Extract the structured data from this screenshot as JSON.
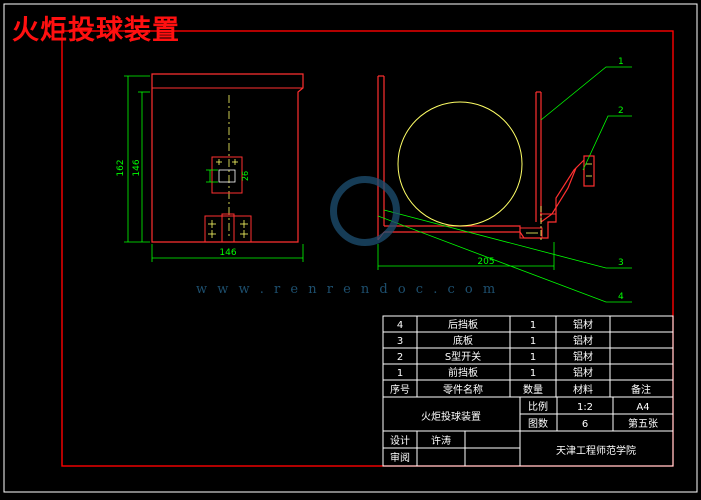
{
  "drawing_title": "火炬投球装置",
  "watermark": {
    "url": "w w w . r e n r e n d o c . c o m"
  },
  "dimensions": {
    "front_height_outer": "162",
    "front_height_inner": "146",
    "front_width": "146",
    "bracket_height": "26",
    "side_width": "205"
  },
  "balloons": [
    "1",
    "2",
    "3",
    "4"
  ],
  "parts_table": {
    "headers": {
      "no": "序号",
      "name": "零件名称",
      "qty": "数量",
      "material": "材料",
      "remark": "备注"
    },
    "rows": [
      {
        "no": "4",
        "name": "后挡板",
        "qty": "1",
        "material": "铝材"
      },
      {
        "no": "3",
        "name": "底板",
        "qty": "1",
        "material": "铝材"
      },
      {
        "no": "2",
        "name": "S型开关",
        "qty": "1",
        "material": "铝材"
      },
      {
        "no": "1",
        "name": "前挡板",
        "qty": "1",
        "material": "铝材"
      }
    ]
  },
  "title_block": {
    "title": "火炬投球装置",
    "scale_label": "比例",
    "scale_value": "1:2",
    "paper_size": "A4",
    "drawing_no_label": "图数",
    "drawing_no_value": "6",
    "sheet": "第五张",
    "designer_label": "设计",
    "designer_name": "许涛",
    "review_label": "审阅",
    "school": "天津工程师范学院"
  },
  "colors": {
    "border": "#ff0000",
    "dimension": "#00ff00",
    "title_text": "#ff1010",
    "geometry": "#ff3030",
    "circle": "#ffff66",
    "text": "#ffffff"
  }
}
